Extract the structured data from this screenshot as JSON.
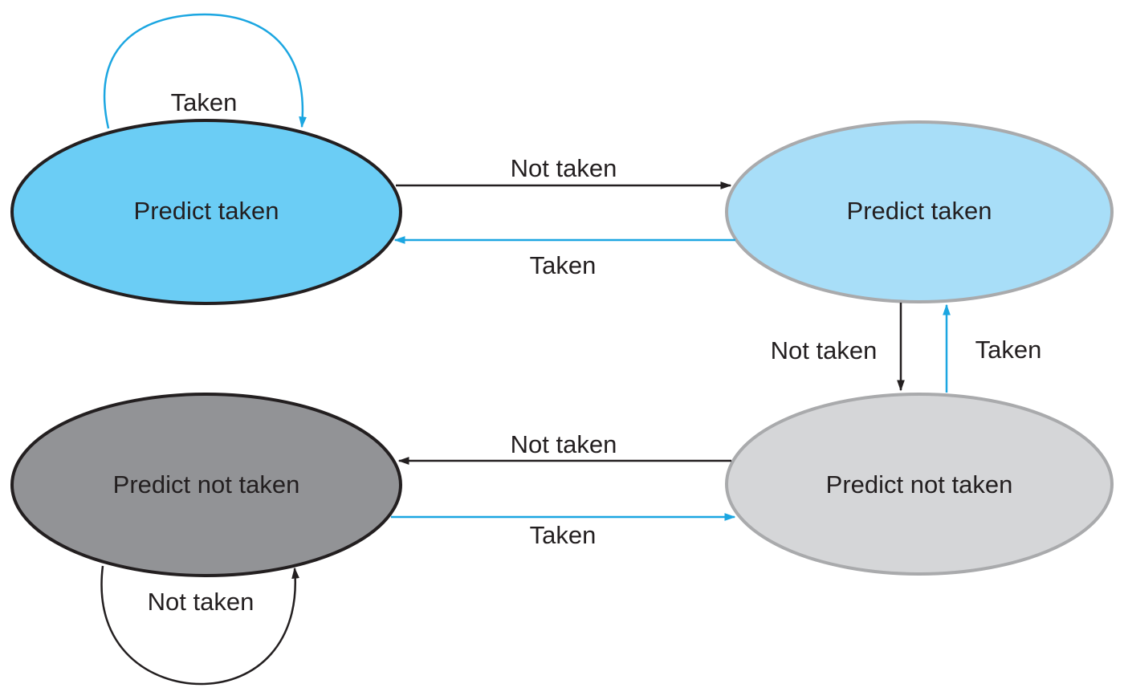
{
  "colors": {
    "strong_taken": "#6bcdf5",
    "weak_taken": "#a8def8",
    "weak_not_taken": "#d5d6d8",
    "strong_not_taken": "#929396",
    "taken_edge": "#1ba6e1",
    "not_taken_edge": "#231f20",
    "dark_outline": "#231f20",
    "light_outline": "#a9aaac",
    "text": "#231f20"
  },
  "states": {
    "strong_taken": {
      "label": "Predict taken"
    },
    "weak_taken": {
      "label": "Predict taken"
    },
    "weak_not_taken": {
      "label": "Predict not taken"
    },
    "strong_not_taken": {
      "label": "Predict not taken"
    }
  },
  "transitions": {
    "strong_taken_self": {
      "label": "Taken"
    },
    "strong_taken_to_weak_taken": {
      "label": "Not taken"
    },
    "weak_taken_to_strong_taken": {
      "label": "Taken"
    },
    "weak_taken_to_weak_not_taken": {
      "label": "Not taken"
    },
    "weak_not_taken_to_weak_taken": {
      "label": "Taken"
    },
    "weak_not_taken_to_strong_not_taken": {
      "label": "Not taken"
    },
    "strong_not_taken_to_weak_not_taken": {
      "label": "Taken"
    },
    "strong_not_taken_self": {
      "label": "Not taken"
    }
  }
}
